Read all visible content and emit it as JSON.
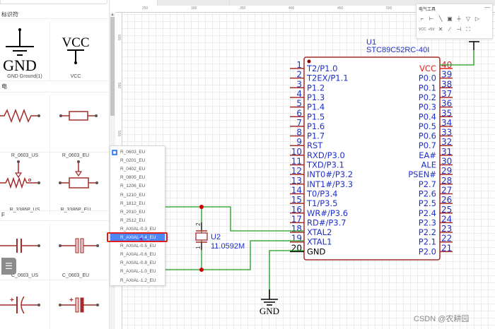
{
  "library": {
    "section_label": "标识符",
    "section2_label": "电",
    "section3_label": "F",
    "items": [
      {
        "caption": "GND Ground(1)",
        "icon": "gnd-symbol-icon",
        "text": "GND"
      },
      {
        "caption": "VCC",
        "icon": "vcc-symbol-icon",
        "text": "VCC"
      },
      {
        "caption": "R_0603_US",
        "icon": "resistor-us-icon"
      },
      {
        "caption": "R_0603_EU",
        "icon": "resistor-eu-icon"
      },
      {
        "caption": "R_3386P_US",
        "icon": "potentiometer-us-icon"
      },
      {
        "caption": "R_3386P_EU",
        "icon": "potentiometer-eu-icon"
      },
      {
        "caption": "C_0603_US",
        "icon": "capacitor-us-icon"
      },
      {
        "caption": "C_0603_EU",
        "icon": "capacitor-eu-icon"
      },
      {
        "caption": "",
        "icon": "polarized-capacitor-us-icon"
      },
      {
        "caption": "",
        "icon": "polarized-capacitor-eu-icon"
      }
    ]
  },
  "dropdown": {
    "selected_index": 0,
    "highlighted_index": 10,
    "options": [
      "R_0603_EU",
      "R_0201_EU",
      "R_0402_EU",
      "R_0805_EU",
      "R_1206_EU",
      "R_1210_EU",
      "R_1812_EU",
      "R_2010_EU",
      "R_2512_EU",
      "R_AXIAL-0.3_EU",
      "R_AXIAL-0.4_EU",
      "R_AXIAL-0.5_EU",
      "R_AXIAL-0.6_EU",
      "R_AXIAL-0.8_EU",
      "R_AXIAL-1.0_EU",
      "R_AXIAL-1.2_EU"
    ]
  },
  "ruler": {
    "top": [
      "250",
      "300",
      "350",
      "400",
      "450",
      "500"
    ],
    "left": [
      "600",
      "550",
      "500"
    ]
  },
  "tools_panel": {
    "title": "电气工具",
    "minimize": "—",
    "tools": [
      "wire",
      "bus",
      "line",
      "net-label",
      "gnd",
      "net-port",
      "net-flag",
      "vcc",
      "power",
      "no-connect",
      "pen",
      "pin",
      "select"
    ]
  },
  "schematic": {
    "u1": {
      "ref": "U1",
      "part": "STC89C52RC-40I",
      "left_pins": [
        {
          "num": "1",
          "name": "T2/P1.0"
        },
        {
          "num": "2",
          "name": "T2EX/P1.1"
        },
        {
          "num": "3",
          "name": "P1.2"
        },
        {
          "num": "4",
          "name": "P1.3"
        },
        {
          "num": "5",
          "name": "P1.4"
        },
        {
          "num": "6",
          "name": "P1.5"
        },
        {
          "num": "7",
          "name": "P1.6"
        },
        {
          "num": "8",
          "name": "P1.7"
        },
        {
          "num": "9",
          "name": "RST"
        },
        {
          "num": "10",
          "name": "RXD/P3.0"
        },
        {
          "num": "11",
          "name": "TXD/P3.1"
        },
        {
          "num": "12",
          "name": "INT0#/P3.2"
        },
        {
          "num": "13",
          "name": "INT1#/P3.3"
        },
        {
          "num": "14",
          "name": "T0/P3.4"
        },
        {
          "num": "15",
          "name": "T1/P3.5"
        },
        {
          "num": "16",
          "name": "WR#/P3.6"
        },
        {
          "num": "17",
          "name": "RD#/P3.7"
        },
        {
          "num": "18",
          "name": "XTAL2"
        },
        {
          "num": "19",
          "name": "XTAL1"
        },
        {
          "num": "20",
          "name": "GND"
        }
      ],
      "right_pins": [
        {
          "num": "40",
          "name": "VCC"
        },
        {
          "num": "39",
          "name": "P0.0"
        },
        {
          "num": "38",
          "name": "P0.1"
        },
        {
          "num": "37",
          "name": "P0.2"
        },
        {
          "num": "36",
          "name": "P0.3"
        },
        {
          "num": "35",
          "name": "P0.4"
        },
        {
          "num": "34",
          "name": "P0.5"
        },
        {
          "num": "33",
          "name": "P0.6"
        },
        {
          "num": "32",
          "name": "P0.7"
        },
        {
          "num": "31",
          "name": "EA#"
        },
        {
          "num": "30",
          "name": "ALE"
        },
        {
          "num": "29",
          "name": "PSEN#"
        },
        {
          "num": "28",
          "name": "P2.7"
        },
        {
          "num": "27",
          "name": "P2.6"
        },
        {
          "num": "26",
          "name": "P2.5"
        },
        {
          "num": "25",
          "name": "P2.4"
        },
        {
          "num": "24",
          "name": "P2.3"
        },
        {
          "num": "23",
          "name": "P2.2"
        },
        {
          "num": "22",
          "name": "P2.1"
        },
        {
          "num": "21",
          "name": "P2.0"
        }
      ]
    },
    "u2": {
      "ref": "U2",
      "value": "11.0592M",
      "pin1": "1",
      "pin2": "2"
    },
    "gnd_label": "GND"
  },
  "colors": {
    "wire": "#1f9d1f",
    "pin": "#a52a2a",
    "pin_text": "#1f2fcc",
    "power_text": "#e02020",
    "junction": "#cc0000",
    "highlight": "#4f86f7"
  },
  "watermark": "CSDN @农耕园"
}
